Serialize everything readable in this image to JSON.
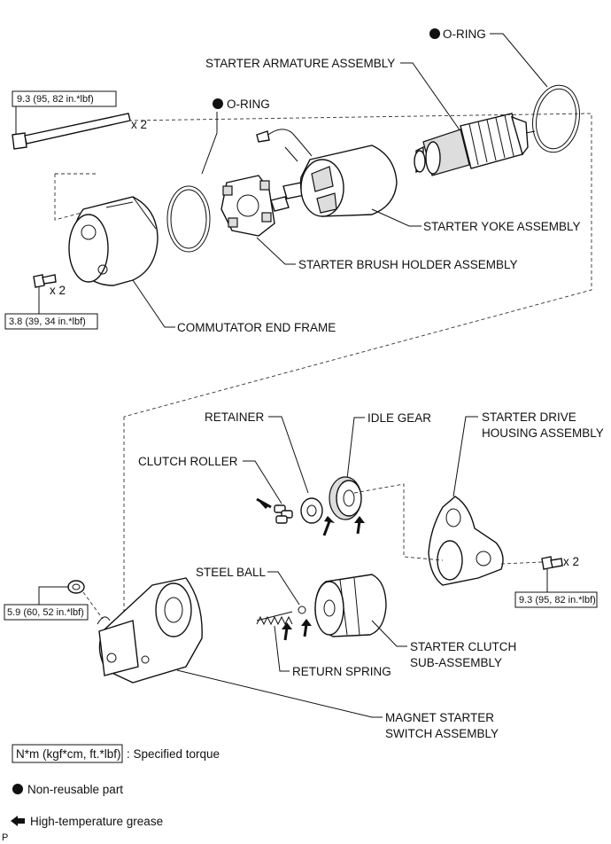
{
  "labels": {
    "oring_top": "O-RING",
    "armature": "STARTER ARMATURE ASSEMBLY",
    "oring_mid": "O-RING",
    "yoke": "STARTER YOKE ASSEMBLY",
    "brush_holder": "STARTER BRUSH HOLDER ASSEMBLY",
    "commutator": "COMMUTATOR END FRAME",
    "retainer": "RETAINER",
    "idle_gear": "IDLE GEAR",
    "drive_housing_1": "STARTER DRIVE",
    "drive_housing_2": "HOUSING ASSEMBLY",
    "clutch_roller": "CLUTCH ROLLER",
    "steel_ball": "STEEL BALL",
    "return_spring": "RETURN SPRING",
    "clutch_sub_1": "STARTER CLUTCH",
    "clutch_sub_2": "SUB-ASSEMBLY",
    "magnet_switch_1": "MAGNET STARTER",
    "magnet_switch_2": "SWITCH ASSEMBLY"
  },
  "torques": {
    "through_bolt": "9.3 (95, 82 in.*lbf)",
    "end_frame_screw": "3.8 (39, 34 in.*lbf)",
    "terminal_nut": "5.9 (60, 52 in.*lbf)",
    "housing_bolt": "9.3 (95, 82 in.*lbf)"
  },
  "quantities": {
    "through_bolt": "x 2",
    "end_frame_screw": "x 2",
    "housing_bolt": "x 2"
  },
  "legend": {
    "torque_box": "N*m (kgf*cm, ft.*lbf)",
    "torque_text": ": Specified torque",
    "non_reusable": "Non-reusable part",
    "grease": "High-temperature grease"
  },
  "footer_code": "P"
}
